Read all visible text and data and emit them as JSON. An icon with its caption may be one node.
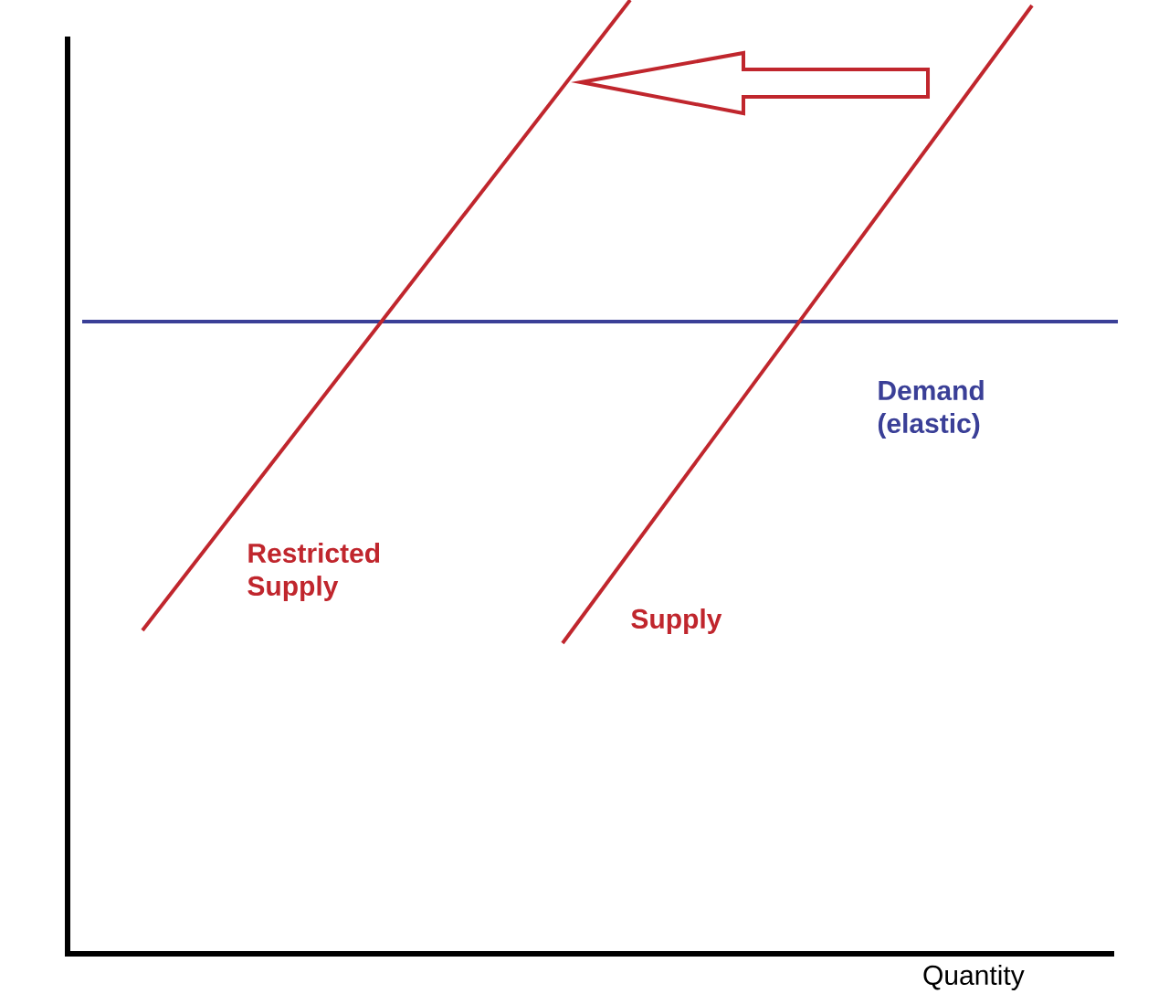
{
  "diagram": {
    "labels": [
      "Demand (elastic)",
      "Restricted Supply",
      "Supply",
      "Quantity"
    ]
  }
}
